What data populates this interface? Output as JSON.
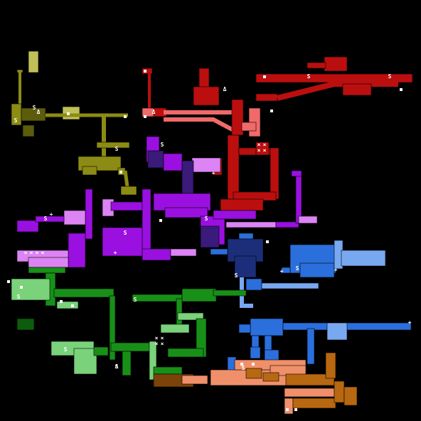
{
  "map": {
    "background": "#000000",
    "areas": [
      {
        "id": "olive",
        "color": "#8c8c14",
        "light": "#c0c05a",
        "dark": "#5c5c0c"
      },
      {
        "id": "red",
        "color": "#bb0f0f",
        "light": "#f06a6a",
        "dark": "#7a0808"
      },
      {
        "id": "purple",
        "color": "#9a10e0",
        "light": "#dc84f4",
        "dark": "#3a1a7a"
      },
      {
        "id": "blue",
        "color": "#2a6fdc",
        "light": "#78a8f0",
        "dark": "#1c2e7a"
      },
      {
        "id": "green",
        "color": "#189018",
        "light": "#7ad27a",
        "dark": "#0c5c0c"
      },
      {
        "id": "orange",
        "color": "#b86810",
        "light": "#f0906a",
        "dark": "#7a4408"
      }
    ],
    "markers": {
      "save": "S",
      "map": "Δ",
      "item": "+",
      "boss": "×",
      "door": "▪"
    }
  }
}
